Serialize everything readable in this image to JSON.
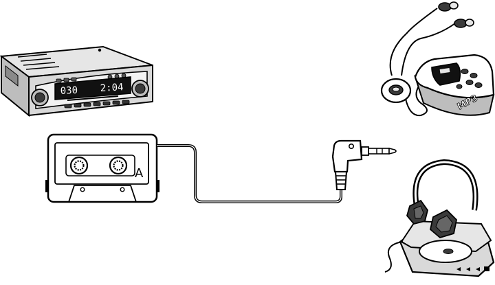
{
  "radio": {
    "track": "030",
    "time": "2:04"
  },
  "cassette": {
    "side_label": "A"
  },
  "mp3_player": {
    "label": "MP3"
  },
  "colors": {
    "stroke": "#000000",
    "light_fill": "#e6e6e6",
    "mid_fill": "#bdbdbd",
    "dark_fill": "#3a3a3a",
    "display_bg": "#111111",
    "display_text": "#ffffff"
  }
}
